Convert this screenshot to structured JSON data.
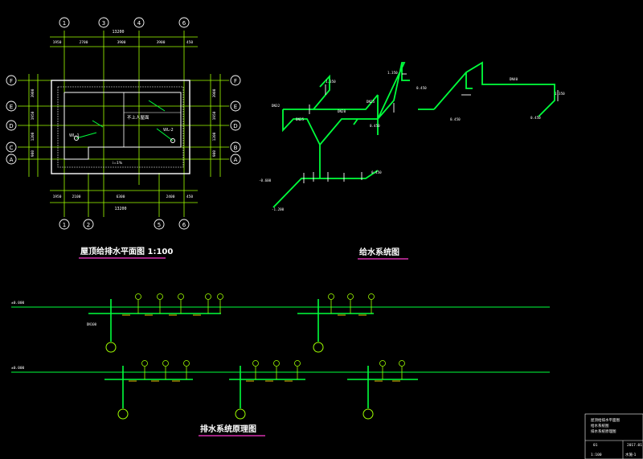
{
  "colors": {
    "background": "#000000",
    "frame": "#ffffff",
    "axis": "#9fff00",
    "pipe": "#00ff3c",
    "dim": "#ffffff",
    "title": "#ffffff",
    "underline": "#ff3bd0",
    "label": "#ffffff",
    "fixture": "#ffd400"
  },
  "titles": {
    "plan": "屋顶给排水平面图  1:100",
    "supply_system": "给水系统图",
    "drainage_principle": "排水系统原理图"
  },
  "plan": {
    "axes_top": [
      "1",
      "3",
      "4",
      "6"
    ],
    "axes_bottom": [
      "1",
      "2",
      "5",
      "6"
    ],
    "axes_left": [
      "F",
      "E",
      "D",
      "C",
      "A"
    ],
    "axes_right": [
      "F",
      "E",
      "D",
      "B",
      "A"
    ],
    "dims_top_total": "13200",
    "dims_top": [
      "1950",
      "2700",
      "3900",
      "3900",
      "450"
    ],
    "dims_bottom": [
      "1950",
      "2100",
      "6300",
      "2400",
      "450"
    ],
    "dims_bottom_total": "13200",
    "dims_left": [
      "3900",
      "1950",
      "1200",
      "900"
    ],
    "dims_right": [
      "3900",
      "1950",
      "1200",
      "900"
    ],
    "texts": {
      "wl1": "WL-1",
      "wl2": "WL-2",
      "no_roof": "不上人屋面",
      "slope": "i=1%"
    }
  },
  "supply_labels": {
    "l1": "DN32",
    "l2": "DN25",
    "l3": "1.350",
    "l4": "0.450",
    "l5": "DN20",
    "l6": "DN25",
    "l7": "0.450",
    "l8": "0.450",
    "l9": "DN40",
    "l10": "1.350",
    "l11": "-0.600",
    "l12": "-1.200",
    "l13": "0.450",
    "l14": "0.450",
    "l15": "1.350"
  },
  "drainage": {
    "row1_level": "±0.000",
    "row2_level": "±0.000",
    "pipe_label": "DN100"
  },
  "title_block": {
    "line1": "屋顶给排水平面图",
    "line2": "给水系统图",
    "line3": "排水系统原理图",
    "sheet_no": "01",
    "date": "2017.01",
    "scale": "1:100",
    "drawing_no": "水施-1"
  }
}
